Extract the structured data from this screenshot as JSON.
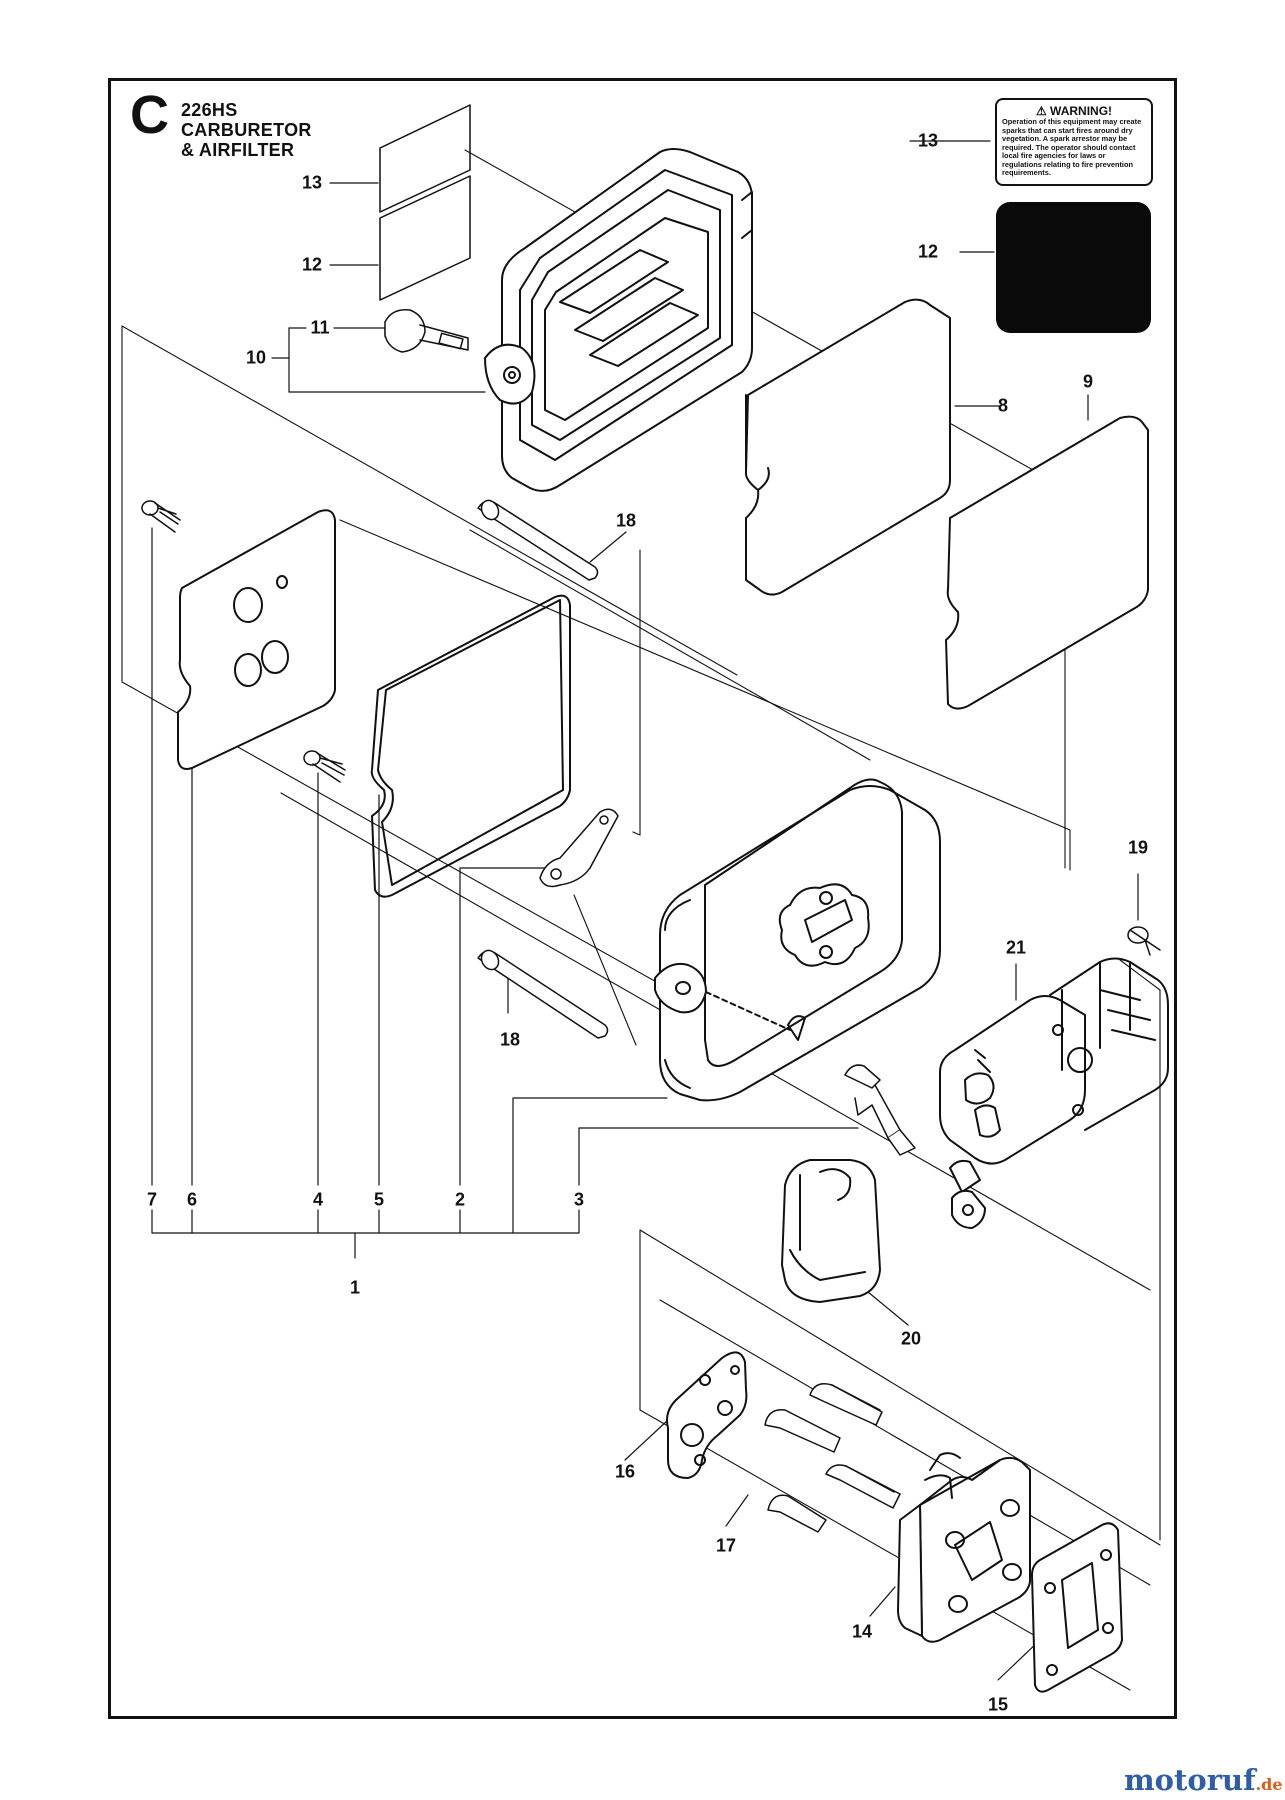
{
  "section": {
    "letter": "C",
    "model": "226HS",
    "title_line1": "CARBURETOR",
    "title_line2": "& AIRFILTER"
  },
  "warning": {
    "heading": "WARNING!",
    "body": "Operation of this equipment may create sparks that can start fires around dry vegetation. A spark arrestor may be required. The operator should contact local fire agencies for laws or regulations relating to fire prevention requirements."
  },
  "callouts": {
    "c1": "1",
    "c2": "2",
    "c3": "3",
    "c4": "4",
    "c5": "5",
    "c6": "6",
    "c7": "7",
    "c8": "8",
    "c9": "9",
    "c10": "10",
    "c11": "11",
    "c12a": "12",
    "c12b": "12",
    "c13a": "13",
    "c13b": "13",
    "c14": "14",
    "c15": "15",
    "c16": "16",
    "c17": "17",
    "c18a": "18",
    "c18b": "18",
    "c19": "19",
    "c20": "20",
    "c21": "21"
  },
  "watermark": {
    "name": "motoruf",
    "tld": ".de"
  }
}
